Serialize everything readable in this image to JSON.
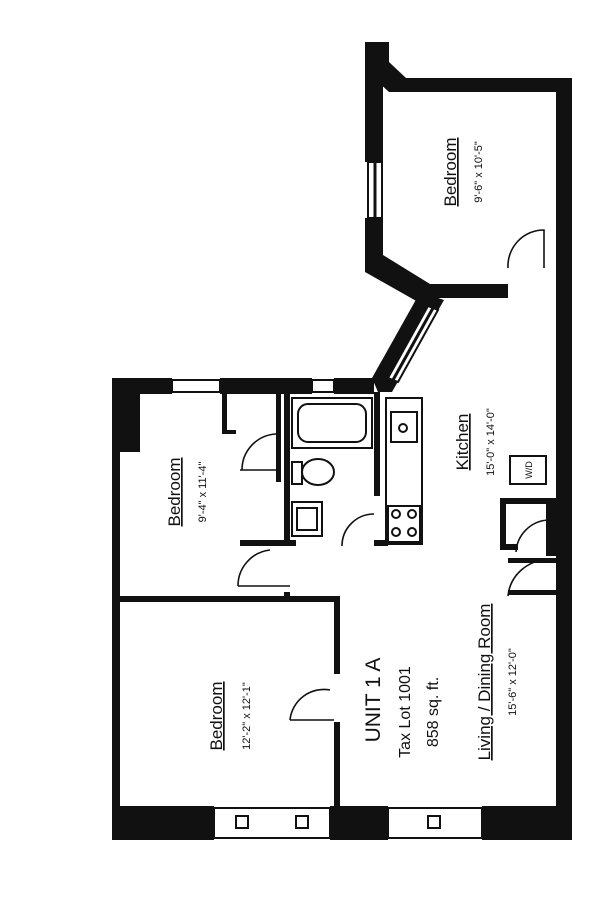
{
  "floorplan": {
    "rooms": [
      {
        "id": "bedroom-ne",
        "name": "Bedroom",
        "dims": "9'-6\" x 10'-5\""
      },
      {
        "id": "bedroom-mid",
        "name": "Bedroom",
        "dims": "9'-4\" x 11'-4\""
      },
      {
        "id": "bedroom-sw",
        "name": "Bedroom",
        "dims": "12'-2\" x 12'-1\""
      },
      {
        "id": "kitchen",
        "name": "Kitchen",
        "dims": "15'-0\" x 14'-0\""
      },
      {
        "id": "living",
        "name": "Living / Dining Room",
        "dims": "15'-6\" x 12'-0\""
      }
    ],
    "unit": {
      "title": "UNIT 1 A",
      "tax_lot": "Tax Lot 1001",
      "area": "858 sq. ft."
    },
    "appliance_label": "W/D"
  }
}
